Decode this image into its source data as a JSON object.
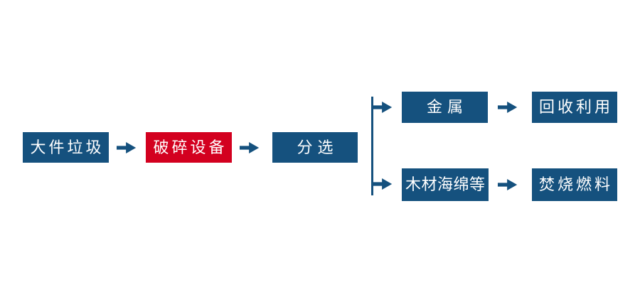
{
  "colors": {
    "node_blue": "#15517E",
    "node_red": "#D3001F",
    "arrow_blue": "#15517E",
    "text": "#FFFFFF",
    "background": "#FFFFFF"
  },
  "icons": {
    "arrow_right": "→"
  },
  "flow": {
    "main": [
      {
        "label": "大件垃圾",
        "variant": "blue"
      },
      {
        "label": "破碎设备",
        "variant": "red"
      },
      {
        "label": "分选",
        "variant": "blue"
      }
    ],
    "branch_top": [
      {
        "label": "金属",
        "variant": "blue"
      },
      {
        "label": "回收利用",
        "variant": "blue"
      }
    ],
    "branch_bottom": [
      {
        "label": "木材海绵等",
        "variant": "blue"
      },
      {
        "label": "焚烧燃料",
        "variant": "blue"
      }
    ]
  }
}
